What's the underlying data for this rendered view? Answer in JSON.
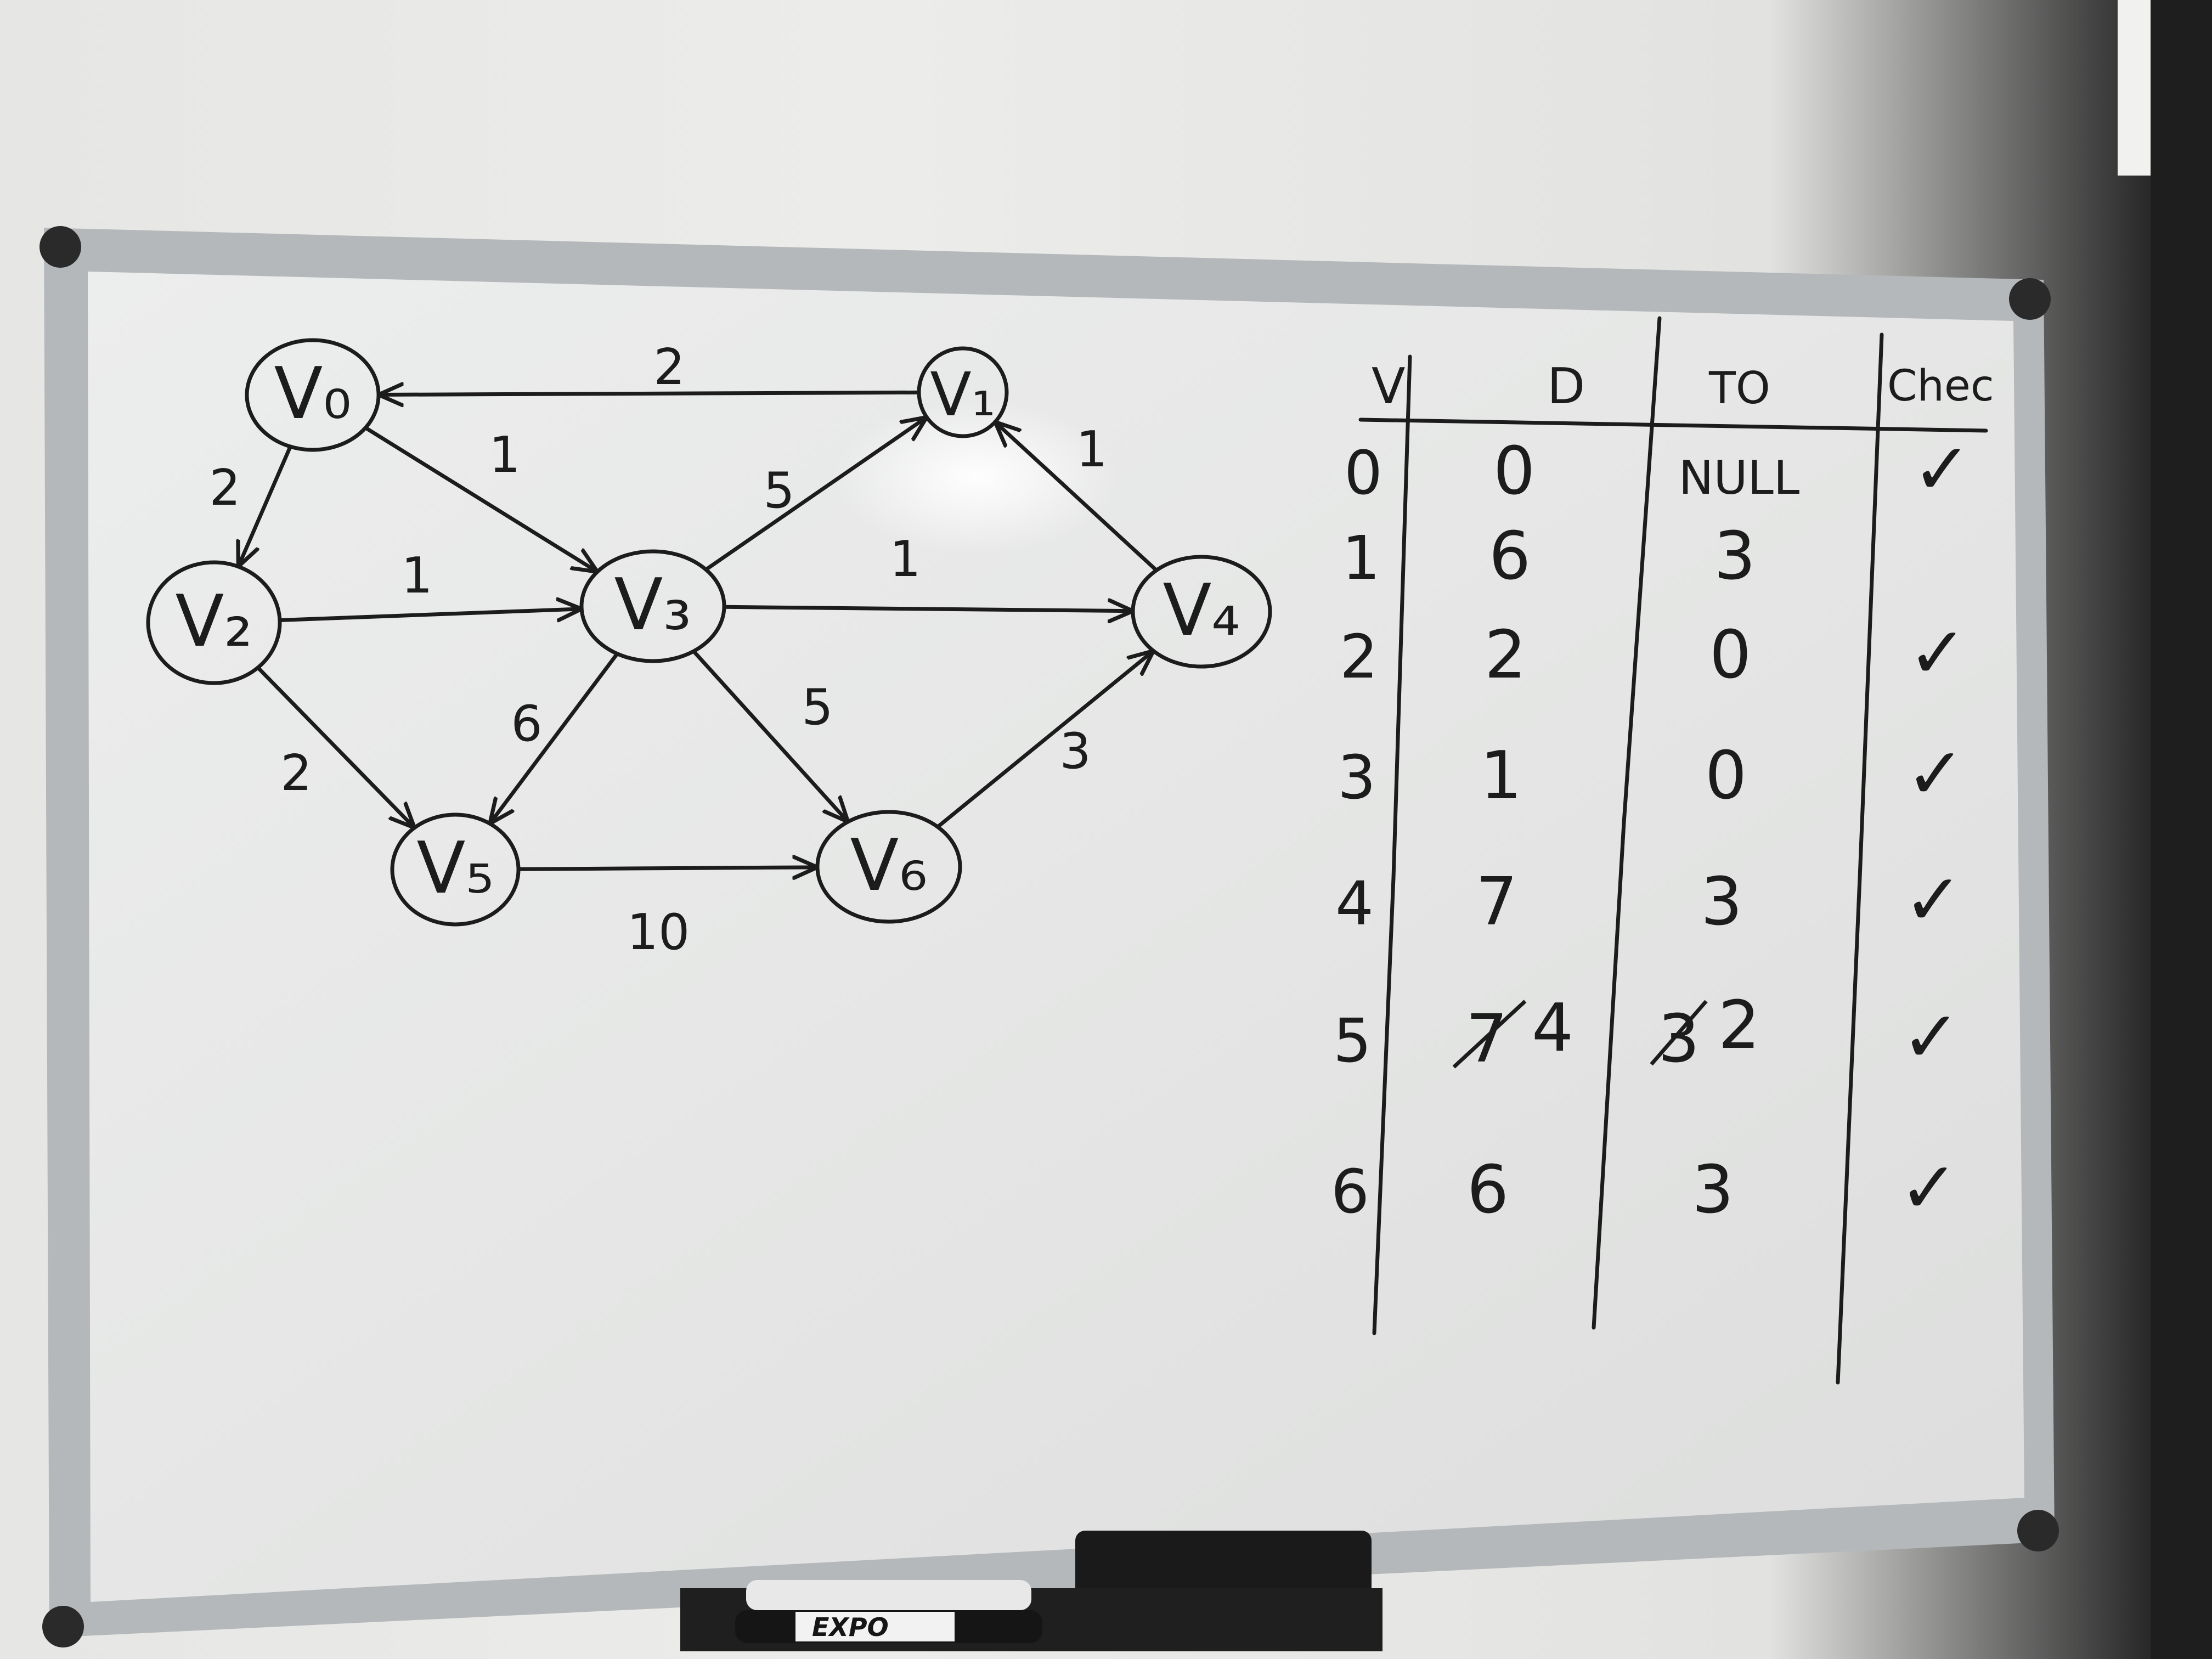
{
  "graph": {
    "nodes": [
      {
        "id": "v0",
        "label": "V₀"
      },
      {
        "id": "v1",
        "label": "V₁"
      },
      {
        "id": "v2",
        "label": "V₂"
      },
      {
        "id": "v3",
        "label": "V₃"
      },
      {
        "id": "v4",
        "label": "V₄"
      },
      {
        "id": "v5",
        "label": "V₅"
      },
      {
        "id": "v6",
        "label": "V₆"
      }
    ],
    "edges": [
      {
        "from": "v1",
        "to": "v0",
        "weight": "2"
      },
      {
        "from": "v0",
        "to": "v2",
        "weight": "2"
      },
      {
        "from": "v0",
        "to": "v3",
        "weight": "1"
      },
      {
        "from": "v3",
        "to": "v1",
        "weight": "5"
      },
      {
        "from": "v2",
        "to": "v3",
        "weight": "1"
      },
      {
        "from": "v3",
        "to": "v4",
        "weight": "1"
      },
      {
        "from": "v4",
        "to": "v1",
        "weight": "1"
      },
      {
        "from": "v2",
        "to": "v5",
        "weight": "2"
      },
      {
        "from": "v3",
        "to": "v5",
        "weight": "6"
      },
      {
        "from": "v3",
        "to": "v6",
        "weight": "5"
      },
      {
        "from": "v6",
        "to": "v4",
        "weight": "3"
      },
      {
        "from": "v5",
        "to": "v6",
        "weight": "10"
      }
    ]
  },
  "table": {
    "headers": {
      "v": "V",
      "d": "D",
      "to": "TO",
      "check": "Chec"
    },
    "rows": [
      {
        "v": "0",
        "d": "0",
        "to": "NULL",
        "check": "✓"
      },
      {
        "v": "1",
        "d": "6",
        "to": "3",
        "check": ""
      },
      {
        "v": "2",
        "d": "2",
        "to": "0",
        "check": "✓"
      },
      {
        "v": "3",
        "d": "1",
        "to": "0",
        "check": "✓"
      },
      {
        "v": "4",
        "d": "7",
        "to": "3",
        "check": "✓"
      },
      {
        "v": "5",
        "d_struck": "7",
        "d": "4",
        "to_struck": "3",
        "to": "2",
        "check": "✓"
      },
      {
        "v": "6",
        "d": "6",
        "to": "3",
        "check": "✓"
      }
    ]
  },
  "marker": {
    "brand": "EXPO"
  },
  "colors": {
    "ink": "#1c1c1c",
    "board": "#e8e9e8",
    "frame": "#b9bcbe",
    "corner": "#2a2a2a"
  }
}
